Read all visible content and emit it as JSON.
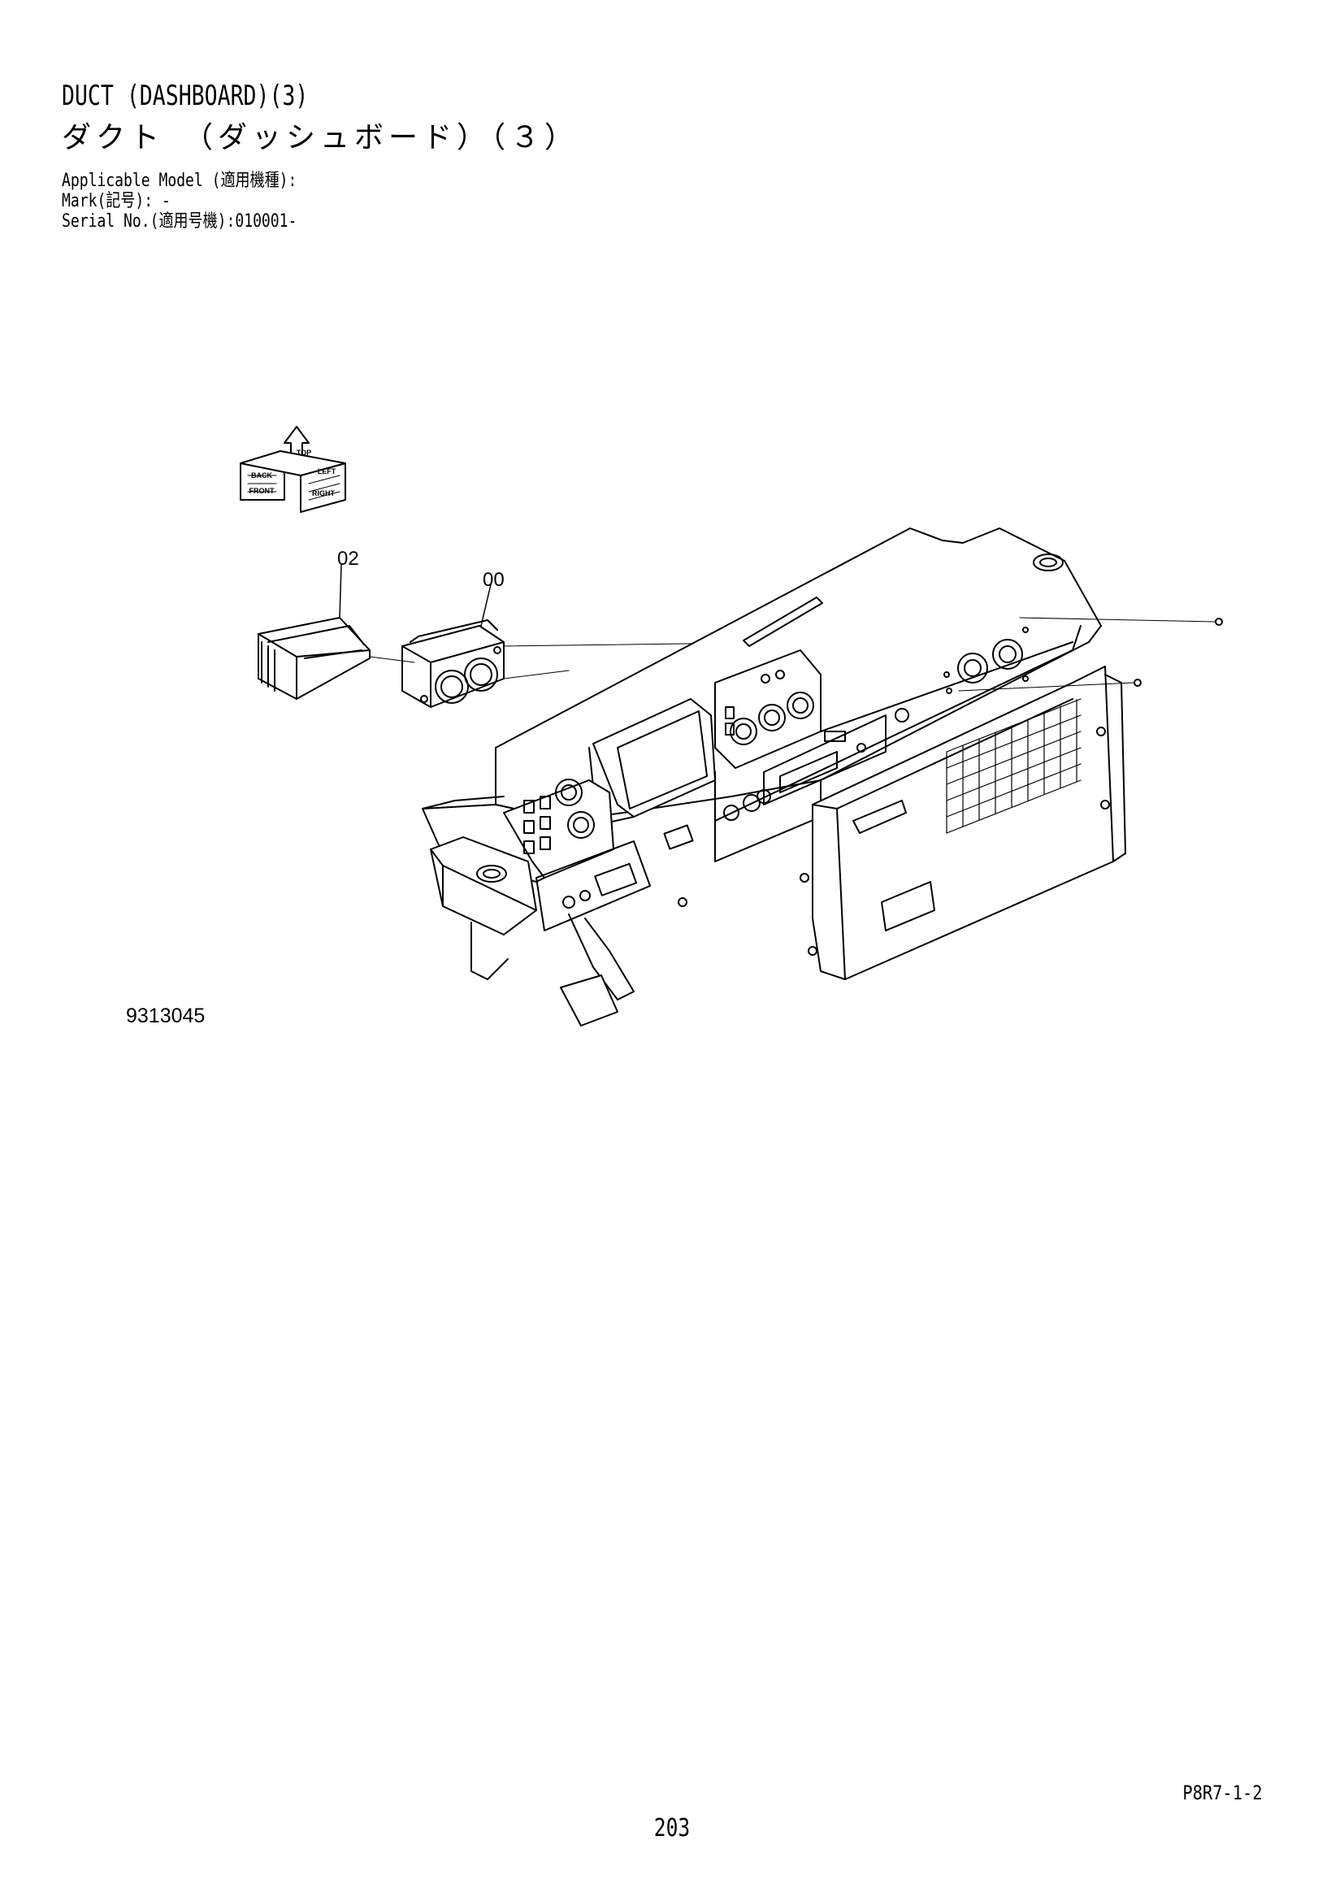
{
  "header": {
    "title_en": "DUCT (DASHBOARD)(3)",
    "title_jp": "ダクト　（ダッシュボード）（３）"
  },
  "meta": {
    "applicable_model": "Applicable Model (適用機種):",
    "mark": "Mark(記号): -",
    "serial": "Serial No.(適用号機):010001-"
  },
  "diagram": {
    "callouts": [
      "02",
      "00"
    ],
    "figure_id": "9313045",
    "orientation": {
      "top": "TOP",
      "front": "FRONT",
      "right": "RIGHT",
      "back": "BACK",
      "left": "LEFT"
    }
  },
  "footer": {
    "page_code": "P8R7-1-2",
    "page_number": "203"
  }
}
